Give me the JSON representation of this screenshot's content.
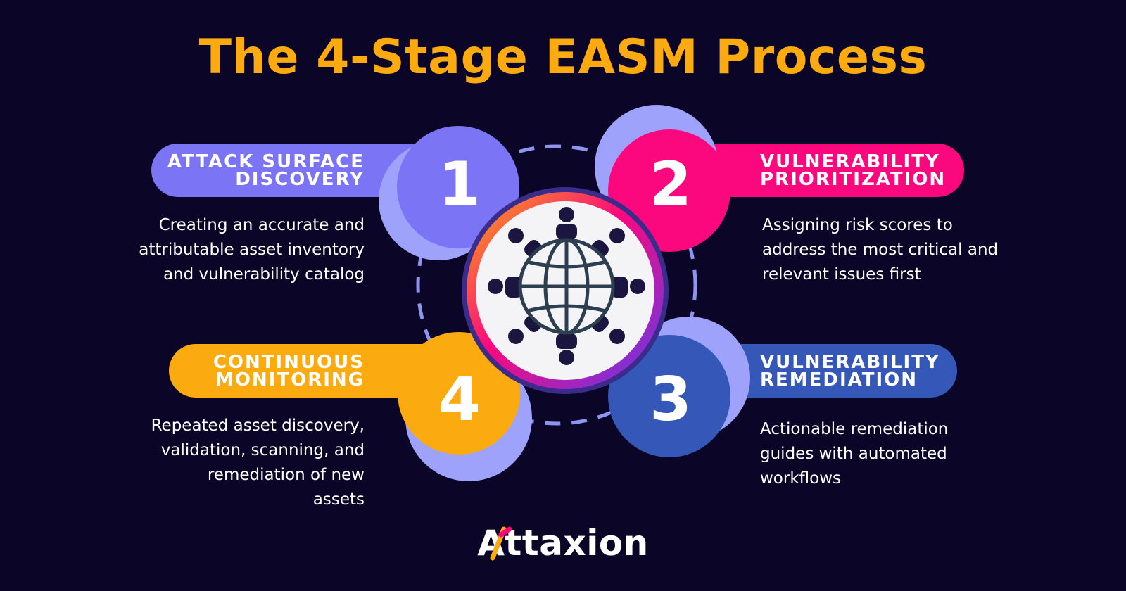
{
  "title": "The 4-Stage EASM Process",
  "colors": {
    "background": "#0b0627",
    "title": "#fbaa10",
    "stage1": "#7b74f4",
    "stage2": "#fb087e",
    "stage3": "#3457b8",
    "stage4": "#fbaa10",
    "shadow": "#9ea2fb",
    "ring_dashes": "#8f94f0"
  },
  "center_icon": "globe-network-icon",
  "stages": [
    {
      "number": "1",
      "label_line1": "ATTACK SURFACE",
      "label_line2": "DISCOVERY",
      "description": [
        "Creating an accurate and",
        "attributable asset inventory",
        "and vulnerability catalog"
      ]
    },
    {
      "number": "2",
      "label_line1": "VULNERABILITY",
      "label_line2": "PRIORITIZATION",
      "description": [
        "Assigning risk scores to",
        "address the most critical and",
        "relevant issues first"
      ]
    },
    {
      "number": "3",
      "label_line1": "VULNERABILITY",
      "label_line2": "REMEDIATION",
      "description": [
        "Actionable remediation",
        "guides with automated",
        "workflows"
      ]
    },
    {
      "number": "4",
      "label_line1": "CONTINUOUS",
      "label_line2": "MONITORING",
      "description": [
        "Repeated asset discovery,",
        "validation, scanning, and",
        "remediation of new",
        "assets"
      ]
    }
  ],
  "logo": {
    "text": "Attaxion"
  }
}
